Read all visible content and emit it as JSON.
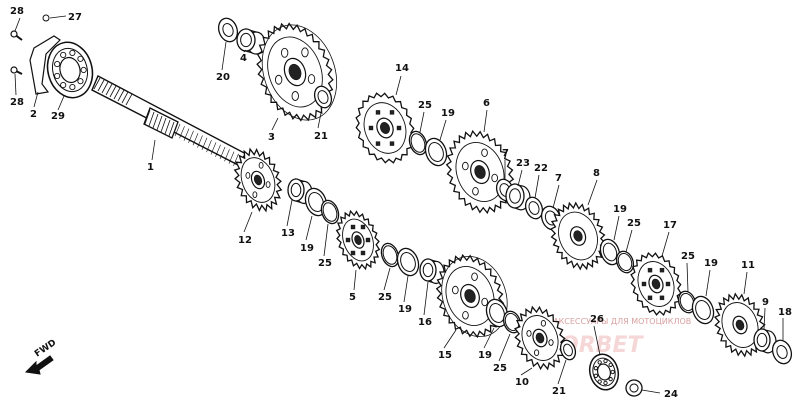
{
  "diagram": {
    "callouts": [
      {
        "id": "c28a",
        "text": "28"
      },
      {
        "id": "c27",
        "text": "27"
      },
      {
        "id": "c28b",
        "text": "28"
      },
      {
        "id": "c2",
        "text": "2"
      },
      {
        "id": "c29",
        "text": "29"
      },
      {
        "id": "c20",
        "text": "20"
      },
      {
        "id": "c4",
        "text": "4"
      },
      {
        "id": "c3",
        "text": "3"
      },
      {
        "id": "c21a",
        "text": "21"
      },
      {
        "id": "c1",
        "text": "1"
      },
      {
        "id": "c14",
        "text": "14"
      },
      {
        "id": "c25a",
        "text": "25"
      },
      {
        "id": "c19a",
        "text": "19"
      },
      {
        "id": "c6",
        "text": "6"
      },
      {
        "id": "c7a",
        "text": "7"
      },
      {
        "id": "c23",
        "text": "23"
      },
      {
        "id": "c22",
        "text": "22"
      },
      {
        "id": "c7b",
        "text": "7"
      },
      {
        "id": "c8",
        "text": "8"
      },
      {
        "id": "c12",
        "text": "12"
      },
      {
        "id": "c13",
        "text": "13"
      },
      {
        "id": "c19b",
        "text": "19"
      },
      {
        "id": "c25b",
        "text": "25"
      },
      {
        "id": "c19c",
        "text": "19"
      },
      {
        "id": "c25c",
        "text": "25"
      },
      {
        "id": "c17",
        "text": "17"
      },
      {
        "id": "c25d",
        "text": "25"
      },
      {
        "id": "c19d",
        "text": "19"
      },
      {
        "id": "c11",
        "text": "11"
      },
      {
        "id": "c9",
        "text": "9"
      },
      {
        "id": "c18",
        "text": "18"
      },
      {
        "id": "c5",
        "text": "5"
      },
      {
        "id": "c25e",
        "text": "25"
      },
      {
        "id": "c19e",
        "text": "19"
      },
      {
        "id": "c16",
        "text": "16"
      },
      {
        "id": "c15",
        "text": "15"
      },
      {
        "id": "c19f",
        "text": "19"
      },
      {
        "id": "c25f",
        "text": "25"
      },
      {
        "id": "c26",
        "text": "26"
      },
      {
        "id": "c10",
        "text": "10"
      },
      {
        "id": "c21b",
        "text": "21"
      },
      {
        "id": "c24",
        "text": "24"
      }
    ],
    "direction_label": "FWD",
    "watermark_text": "ЗАПЧАСТИ И АКСЕССУАРЫ ДЛЯ МОТОЦИКЛОВ",
    "watermark_logo": "FORBET"
  }
}
